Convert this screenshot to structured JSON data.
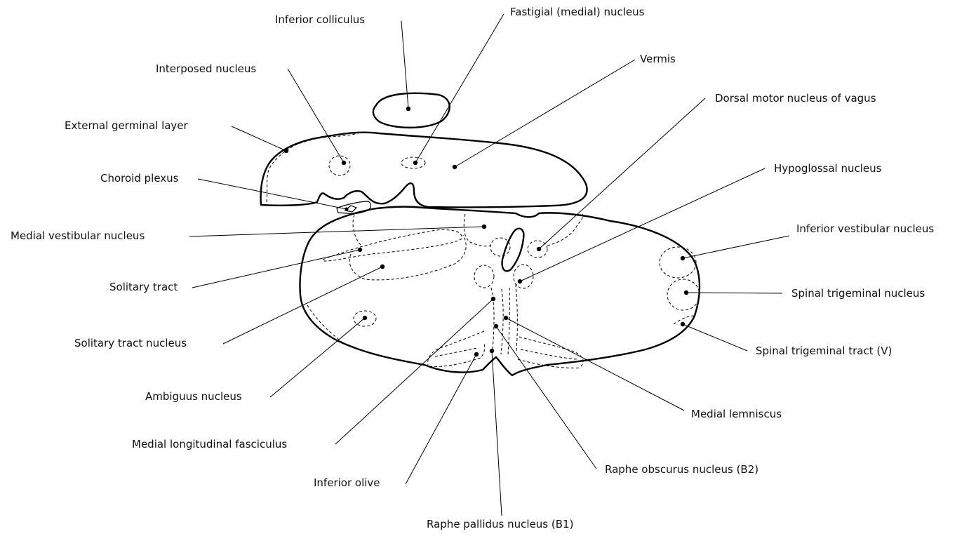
{
  "labels": {
    "inferior_colliculus": "Inferior colliculus",
    "fastigial_nucleus": "Fastigial (medial) nucleus",
    "vermis": "Vermis",
    "interposed_nucleus": "Interposed nucleus",
    "dorsal_motor_vagus": "Dorsal motor nucleus of vagus",
    "external_germinal_layer": "External germinal layer",
    "hypoglossal_nucleus": "Hypoglossal nucleus",
    "choroid_plexus": "Choroid plexus",
    "medial_vestibular_nucleus": "Medial vestibular nucleus",
    "inferior_vestibular_nucleus": "Inferior vestibular nucleus",
    "solitary_tract": "Solitary tract",
    "spinal_trigeminal_nucleus": "Spinal trigeminal nucleus",
    "solitary_tract_nucleus": "Solitary tract nucleus",
    "spinal_trigeminal_tract": "Spinal trigeminal tract (V)",
    "ambiguus_nucleus": "Ambiguus nucleus",
    "medial_lemniscus": "Medial lemniscus",
    "medial_longitudinal_fasciculus": "Medial longitudinal fasciculus",
    "raphe_obscurus_nucleus": "Raphe obscurus nucleus (B2)",
    "inferior_olive": "Inferior olive",
    "raphe_pallidus_nucleus": "Raphe pallidus nucleus (B1)"
  }
}
